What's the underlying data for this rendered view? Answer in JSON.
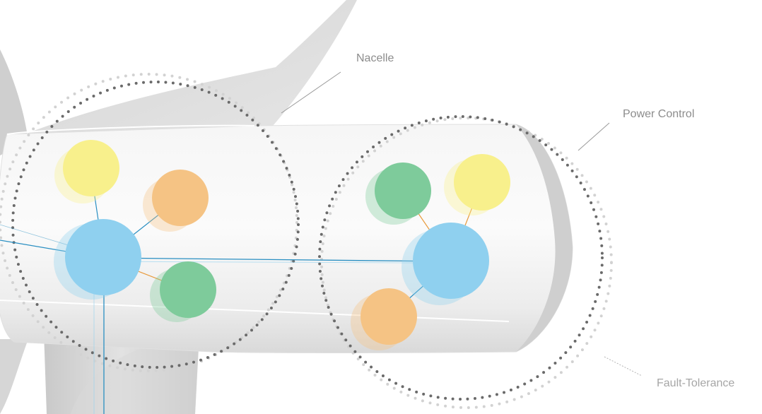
{
  "labels": {
    "nacelle": "Nacelle",
    "power_control": "Power Control",
    "fault_tolerance": "Fault-Tolerance"
  },
  "colors": {
    "blue": "#8fd0ef",
    "yellow": "#f8f08c",
    "orange": "#f5c384",
    "green": "#7ecb9b",
    "connector_blue": "#2a8fc2",
    "connector_orange": "#e89a3c",
    "dots_dark": "#6a6a6a",
    "dots_light": "#d2d2d2",
    "label_text": "#8c8c8c",
    "fault_text": "#a6a6a6"
  },
  "icons": {
    "cluster_left": "node-cluster",
    "cluster_right": "node-cluster"
  }
}
